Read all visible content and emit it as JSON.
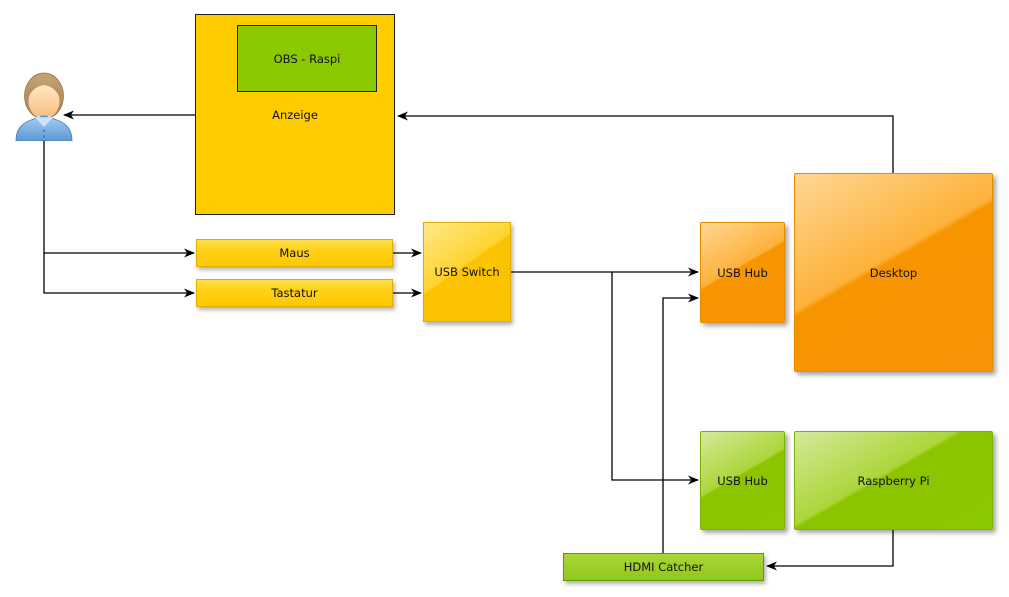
{
  "diagram": {
    "type": "flow-diagram",
    "nodes": {
      "user": {
        "icon": "person-icon"
      },
      "anzeige": {
        "label": "Anzeige",
        "fill": "#ffcc00"
      },
      "obs_raspi": {
        "label": "OBS - Raspi",
        "fill": "#8cc800"
      },
      "maus": {
        "label": "Maus",
        "fill": "#ffcc00"
      },
      "tastatur": {
        "label": "Tastatur",
        "fill": "#ffcc00"
      },
      "usb_switch": {
        "label": "USB Switch",
        "fill": "#fcc300"
      },
      "usb_hub_desktop": {
        "label": "USB Hub",
        "fill": "#f89406"
      },
      "desktop": {
        "label": "Desktop",
        "fill": "#f89406"
      },
      "usb_hub_pi": {
        "label": "USB Hub",
        "fill": "#8cc800"
      },
      "raspberry_pi": {
        "label": "Raspberry Pi",
        "fill": "#8cc800"
      },
      "hdmi_catcher": {
        "label": "HDMI Catcher",
        "fill": "#9bcd24"
      }
    },
    "edges": [
      {
        "from": "anzeige",
        "to": "user"
      },
      {
        "from": "desktop",
        "to": "anzeige"
      },
      {
        "from": "user",
        "to": "maus"
      },
      {
        "from": "user",
        "to": "tastatur"
      },
      {
        "from": "maus",
        "to": "usb_switch"
      },
      {
        "from": "tastatur",
        "to": "usb_switch"
      },
      {
        "from": "usb_switch",
        "to": "usb_hub_desktop"
      },
      {
        "from": "usb_switch",
        "to": "usb_hub_pi"
      },
      {
        "from": "hdmi_catcher",
        "to": "usb_hub_desktop"
      },
      {
        "from": "raspberry_pi",
        "to": "hdmi_catcher"
      }
    ],
    "colors": {
      "connector": "#000000",
      "text": "#111111",
      "background": "#ffffff"
    }
  }
}
